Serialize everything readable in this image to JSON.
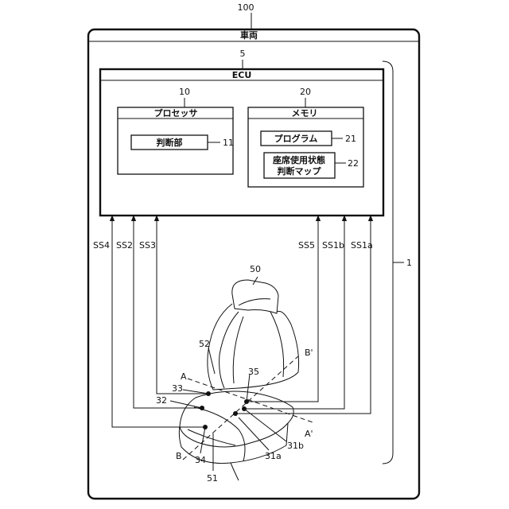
{
  "figure": {
    "vehicle": {
      "ref": "100",
      "title": "車両"
    },
    "ecu": {
      "ref": "5",
      "title": "ECU"
    },
    "processor": {
      "ref": "10",
      "title": "プロセッサ"
    },
    "judgment_unit": {
      "ref": "11",
      "label": "判断部"
    },
    "memory": {
      "ref": "20",
      "title": "メモリ"
    },
    "program": {
      "ref": "21",
      "label": "プログラム"
    },
    "seat_map": {
      "ref": "22",
      "line1": "座席使用状態",
      "line2": "判断マップ"
    },
    "system_ref": "1",
    "signals": [
      {
        "id": "ss4",
        "label": "SS4"
      },
      {
        "id": "ss2",
        "label": "SS2"
      },
      {
        "id": "ss3",
        "label": "SS3"
      },
      {
        "id": "ss5",
        "label": "SS5"
      },
      {
        "id": "ss1b",
        "label": "SS1b"
      },
      {
        "id": "ss1a",
        "label": "SS1a"
      }
    ],
    "seat": {
      "ref": "50",
      "seat_back_ref": "52",
      "cushion_ref": "51",
      "sensors": {
        "s31a": "31a",
        "s31b": "31b",
        "s32": "32",
        "s33": "33",
        "s34": "34",
        "s35": "35"
      },
      "section_lines": {
        "a": "A",
        "a_prime": "A'",
        "b": "B",
        "b_prime": "B'"
      }
    }
  }
}
